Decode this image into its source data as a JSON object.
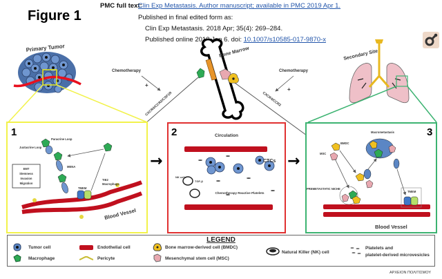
{
  "header": {
    "figure_title": "Figure 1",
    "pmc_label": "PMC full text:",
    "pmc_link": "Clin Exp Metastasis. Author manuscript; available in PMC 2019 Apr 1.",
    "published_edited": "Published in final edited form as:",
    "citation": "Clin Exp Metastasis. 2018 Apr; 35(4): 269–284.",
    "published_online_prefix": "Published online 2018 Jan 6. doi: ",
    "doi_link": "10.1007/s10585-017-9870-x"
  },
  "diagram": {
    "primary_tumor_label": "Primary Tumor",
    "bone_marrow_label": "Bone Marrow",
    "secondary_site_label": "Secondary Site",
    "chemotherapy_left": "Chemotherapy",
    "chemotherapy_right": "Chemotherapy",
    "plus_sign": "+",
    "pathway_left": "CXCR4/CCR2/CSF1R",
    "pathway_right": "CXCR4/CCR2",
    "panel_1": {
      "number": "1",
      "border_color": "#f2f24a",
      "paracrine_loop": "Paracrine Loop",
      "juxtacrine_loop": "Juxtacrine Loop",
      "process_box": [
        "EMT",
        "Stemness",
        "Invasion",
        "Migration"
      ],
      "mena_label": "MENA",
      "tie2_label": "TIE2",
      "macrophage_label": "Macrophage",
      "tmem_label": "TMEM",
      "blood_vessel_label": "Blood Vessel"
    },
    "panel_2": {
      "number": "2",
      "border_color": "#e03030",
      "title": "Circulation",
      "ctcs_label": "CTCs",
      "nk_cells_label": "NK cells",
      "tgf_label": "TGF-β",
      "platelets_label": "Chemotherapy Reactive Platelets"
    },
    "panel_3": {
      "number": "3",
      "border_color": "#3cb371",
      "macrometastasis_label": "Macrometastasis",
      "bmdc_label": "BMDC",
      "msc_label": "MSC",
      "premetastatic_label": "PREMETASTATIC NICHE",
      "tmem_label": "TMEM",
      "blood_vessel_label": "Blood Vessel"
    }
  },
  "legend": {
    "title": "LEGEND",
    "items": [
      {
        "icon": "tumor-cell-icon",
        "label": "Tumor cell"
      },
      {
        "icon": "macrophage-icon",
        "label": "Macrophage"
      },
      {
        "icon": "endothelial-cell-icon",
        "label": "Endothelial cell"
      },
      {
        "icon": "pericyte-icon",
        "label": "Pericyte"
      },
      {
        "icon": "bmdc-icon",
        "label": "Bone marrow-derived cell (BMDC)"
      },
      {
        "icon": "msc-icon",
        "label": "Mesenchymal stem cell (MSC)"
      },
      {
        "icon": "nk-cell-icon",
        "label": "Natural Killer (NK) cell"
      },
      {
        "icon": "platelets-icon",
        "label": "Platelets and"
      },
      {
        "icon": "",
        "label": "platelet-derived microvesicles"
      }
    ]
  },
  "credit": "ΑΡΧΕΙΟΝ ΠΟΛΙΤΙΣΜΟΥ",
  "colors": {
    "link": "#2255aa",
    "tumor_cell": "#5b86c4",
    "macrophage": "#2eaa55",
    "endothelial": "#cc1f1f",
    "pericyte": "#d9cc3a",
    "bmdc": "#f0c020",
    "msc": "#e8a8b0"
  }
}
